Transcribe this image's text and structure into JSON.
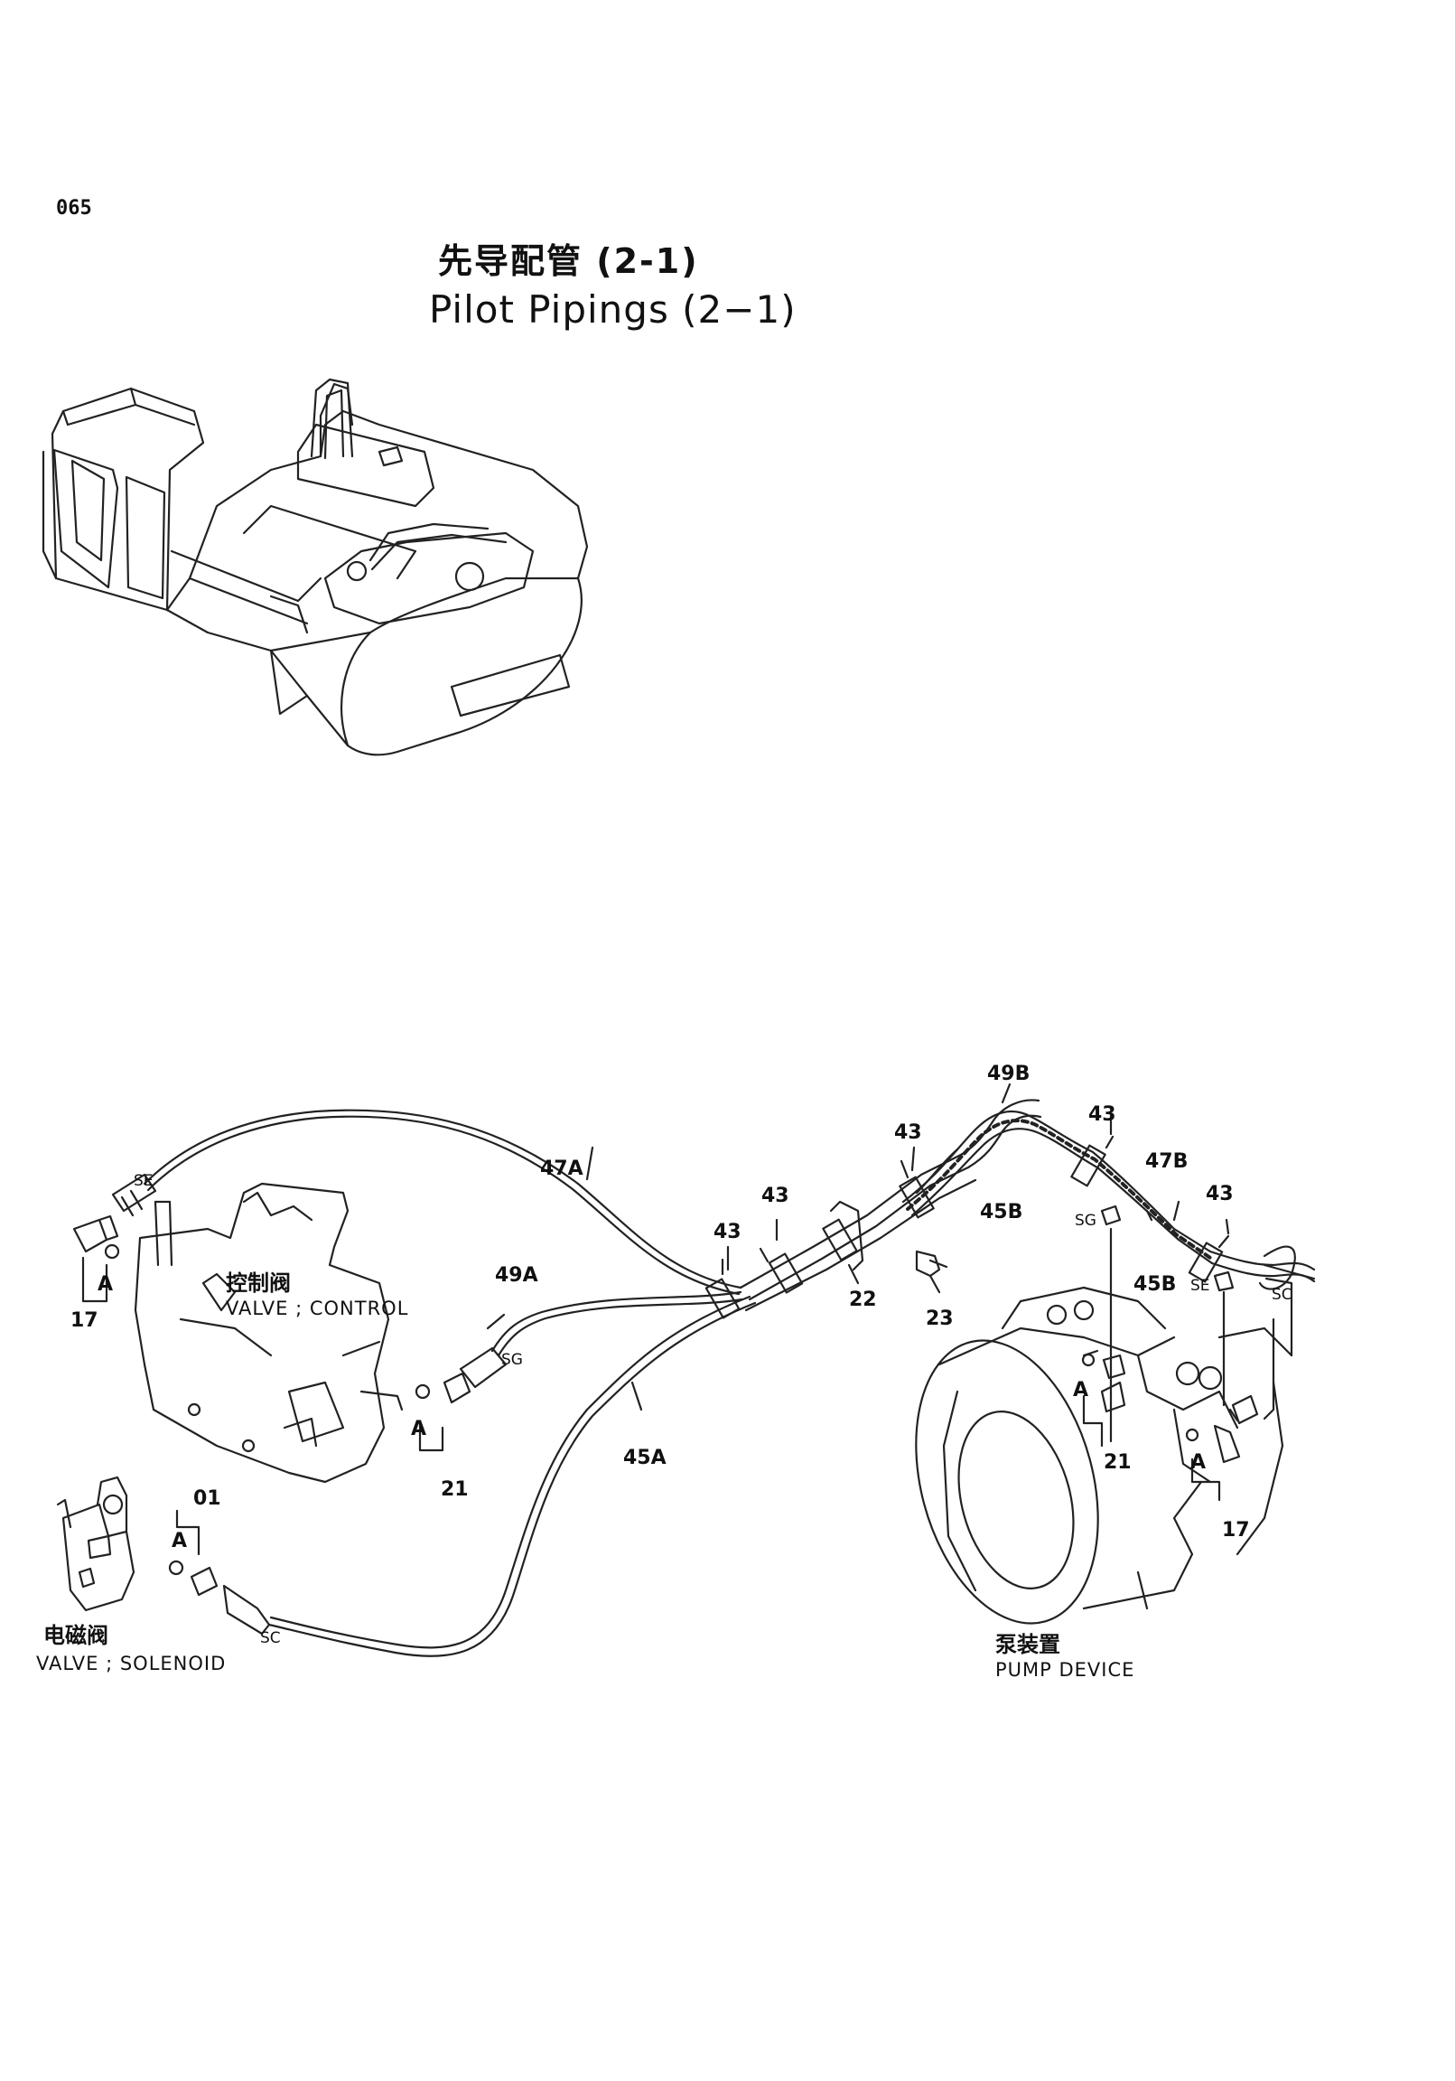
{
  "page_number": "065",
  "title": {
    "cn": "先导配管  (2-1)",
    "en": "Pilot Pipings (2−1)"
  },
  "components": {
    "control_valve": {
      "cn": "控制阀",
      "en": "VALVE ; CONTROL"
    },
    "solenoid_valve": {
      "cn": "电磁阀",
      "en": "VALVE ; SOLENOID"
    },
    "pump_device": {
      "cn": "泵装置",
      "en": "PUMP DEVICE"
    }
  },
  "callouts": {
    "c01": "01",
    "c17_left": "17",
    "c17_right": "17",
    "c21_left": "21",
    "c21_right": "21",
    "c22": "22",
    "c23": "23",
    "c43_a": "43",
    "c43_b": "43",
    "c43_c": "43",
    "c43_d": "43",
    "c43_e": "43",
    "c45A": "45A",
    "c45B_a": "45B",
    "c45B_b": "45B",
    "c47A": "47A",
    "c47B": "47B",
    "c49A": "49A",
    "c49B": "49B"
  },
  "port_labels": {
    "a1": "A",
    "a2": "A",
    "a3": "A",
    "a4": "A",
    "a5": "A",
    "se1": "SE",
    "se2": "SE",
    "sg1": "SG",
    "sg2": "SG",
    "sc1": "SC",
    "sc2": "SC"
  }
}
